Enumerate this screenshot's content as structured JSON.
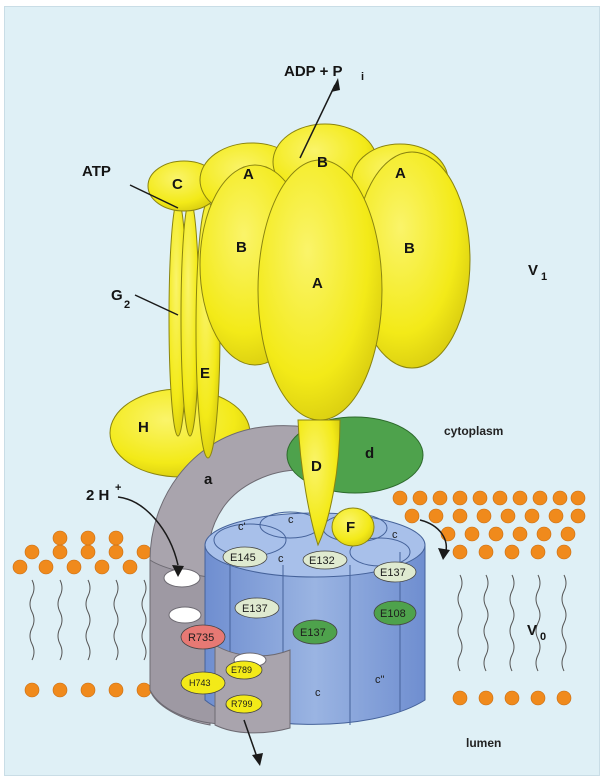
{
  "labels": {
    "adp": "ADP + P",
    "adp_sub": "i",
    "atp": "ATP",
    "g": "G",
    "g_sub": "2",
    "c_top": "C",
    "a_left": "A",
    "b_top": "B",
    "a_right": "A",
    "b_left": "B",
    "a_center": "A",
    "b_right": "B",
    "e": "E",
    "h": "H",
    "d_lower": "D",
    "d_small": "d",
    "a_sub": "a",
    "f": "F",
    "proton": "2 H",
    "proton_sup": "+",
    "v1": "V",
    "v1_sub": "1",
    "v0": "V",
    "v0_sub": "0",
    "cytoplasm": "cytoplasm",
    "lumen": "lumen",
    "c_prime": "c'",
    "c_ring1": "c",
    "c_ring2": "c",
    "c_ring3": "c",
    "c_ring4": "c",
    "c_dprime": "c\""
  },
  "residues": {
    "e145": "E145",
    "e132": "E132",
    "e137_r": "E137",
    "e137_l": "E137",
    "e137_g": "E137",
    "e108": "E108",
    "r735": "R735",
    "h743": "H743",
    "e789": "E789",
    "r799": "R799"
  },
  "colors": {
    "background": "#dff0f6",
    "yellow": "#f3ea18",
    "green": "#4ea24c",
    "gray": "#a9a4ad",
    "blue": "#7f9fd6",
    "red": "#e77974",
    "lipid": "#f08a1c"
  }
}
